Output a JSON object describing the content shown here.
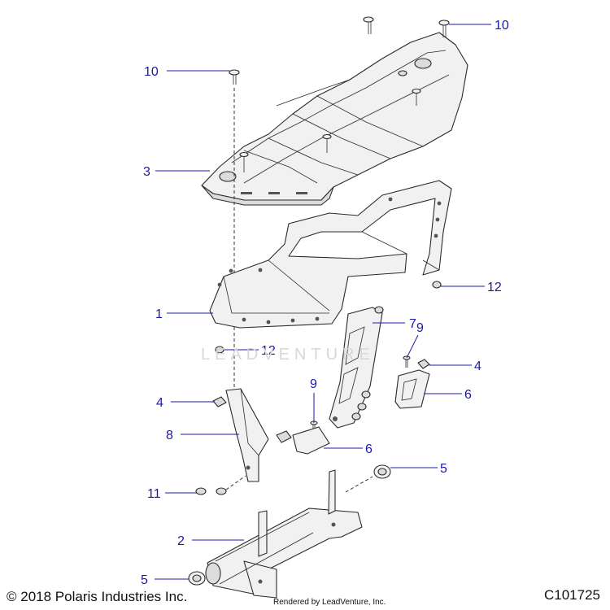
{
  "callouts": {
    "c10a": "10",
    "c10b": "10",
    "c3": "3",
    "c12a": "12",
    "c1": "1",
    "c7": "7",
    "c12b": "12",
    "c9a": "9",
    "c4a": "4",
    "c6a": "6",
    "c4b": "4",
    "c9b": "9",
    "c8": "8",
    "c6b": "6",
    "c5a": "5",
    "c11": "11",
    "c2": "2",
    "c5b": "5"
  },
  "footer": {
    "copyright": "© 2018 Polaris Industries Inc.",
    "rendered_by": "Rendered by LeadVenture, Inc.",
    "diagram_id": "C101725"
  },
  "watermark": "LEADVENTURE",
  "colors": {
    "callout": "#1a1aa6",
    "line": "#2a2a2a",
    "part_fill": "#f1f1f1"
  }
}
